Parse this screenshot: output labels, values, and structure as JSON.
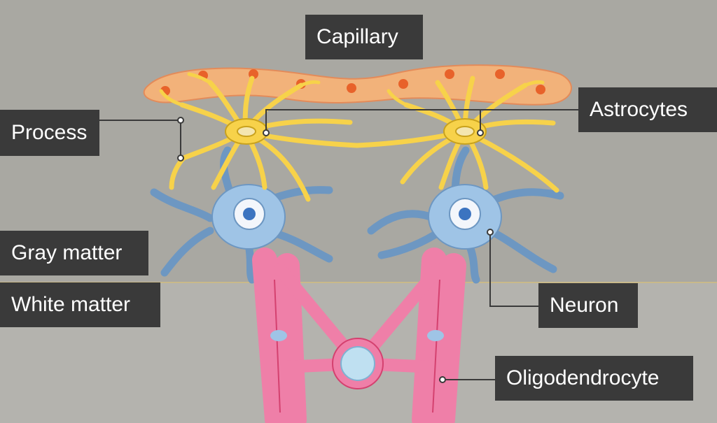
{
  "labels": {
    "capillary": "Capillary",
    "astrocytes": "Astrocytes",
    "process": "Process",
    "gray_matter": "Gray matter",
    "white_matter": "White matter",
    "neuron": "Neuron",
    "oligodendrocyte": "Oligodendrocyte"
  },
  "colors": {
    "gray_matter_bg": "#a9a8a2",
    "white_matter_bg": "#b4b3ae",
    "capillary": "#f2b27a",
    "capillary_cell": "#e8622a",
    "astrocyte": "#f7d24a",
    "astrocyte_outline": "#c9a21d",
    "neuron": "#9fc4e6",
    "neuron_outline": "#6d97c2",
    "oligodendrocyte": "#ef7fa8",
    "myelin_line": "#d4416f",
    "label_bg": "#3a3a3a"
  }
}
